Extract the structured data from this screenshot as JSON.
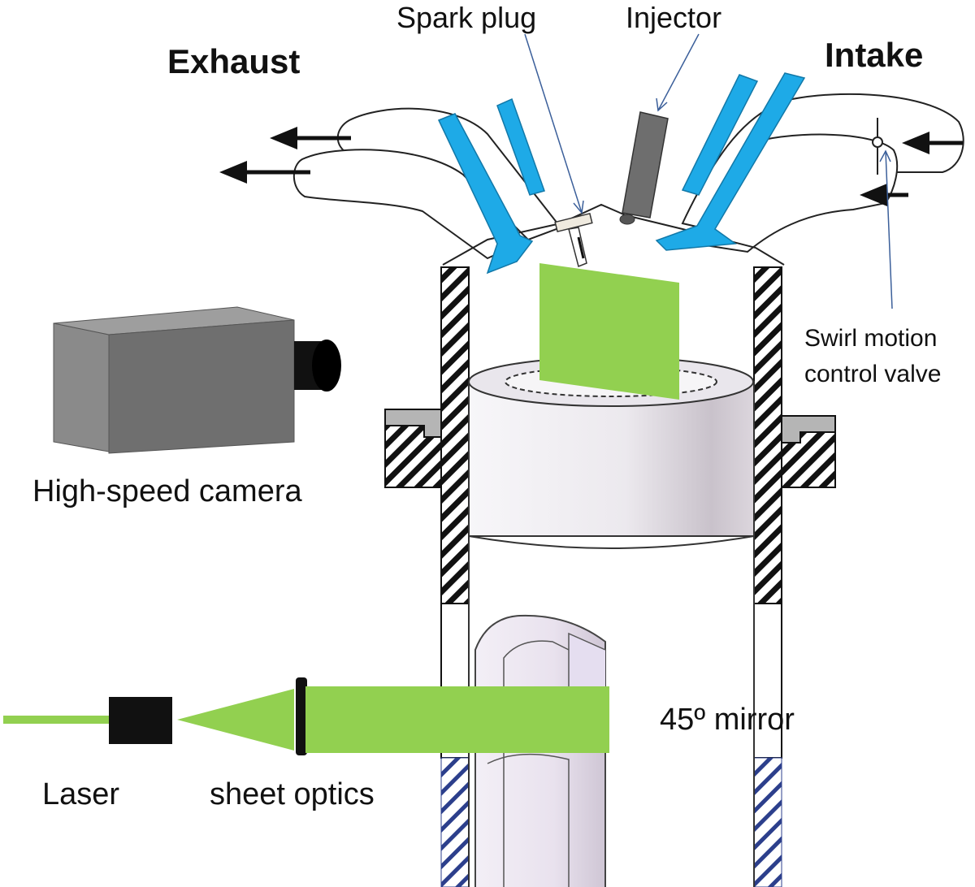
{
  "labels": {
    "exhaust": "Exhaust",
    "intake": "Intake",
    "spark_plug": "Spark plug",
    "injector": "Injector",
    "swirl_line1": "Swirl motion",
    "swirl_line2": "control valve",
    "camera": "High-speed camera",
    "mirror": "45º mirror",
    "laser": "Laser",
    "sheet_optics": "sheet optics"
  },
  "colors": {
    "laser_green": "#92d050",
    "valve_blue": "#1eaae7",
    "camera_gray": "#6f6f6f",
    "hatch_black": "#111111",
    "hatch_blue": "#2c3f8c",
    "piston_light": "#f0eef2"
  },
  "icons": {
    "exhaust_arrows": "arrow-left-icon",
    "intake_arrows": "arrow-left-icon",
    "camera": "camera-icon",
    "laser": "laser-icon"
  }
}
